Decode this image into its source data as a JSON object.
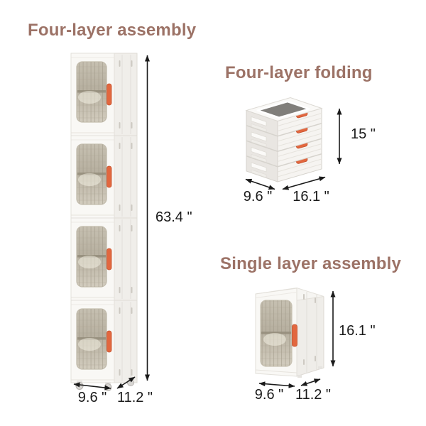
{
  "colors": {
    "title": "#9c7266",
    "handle": "#e2673f",
    "arrow": "#1a1a1a",
    "window_tint": "#c0b9a9"
  },
  "four_layer_assembly": {
    "title": "Four-layer assembly",
    "height": "63.4 \"",
    "width": "9.6 \"",
    "depth": "11.2 \""
  },
  "four_layer_folding": {
    "title": "Four-layer folding",
    "height": "15 \"",
    "depth": "9.6 \"",
    "width": "16.1 \""
  },
  "single_layer_assembly": {
    "title": "Single layer assembly",
    "height": "16.1 \"",
    "width": "9.6 \"",
    "depth": "11.2 \""
  }
}
